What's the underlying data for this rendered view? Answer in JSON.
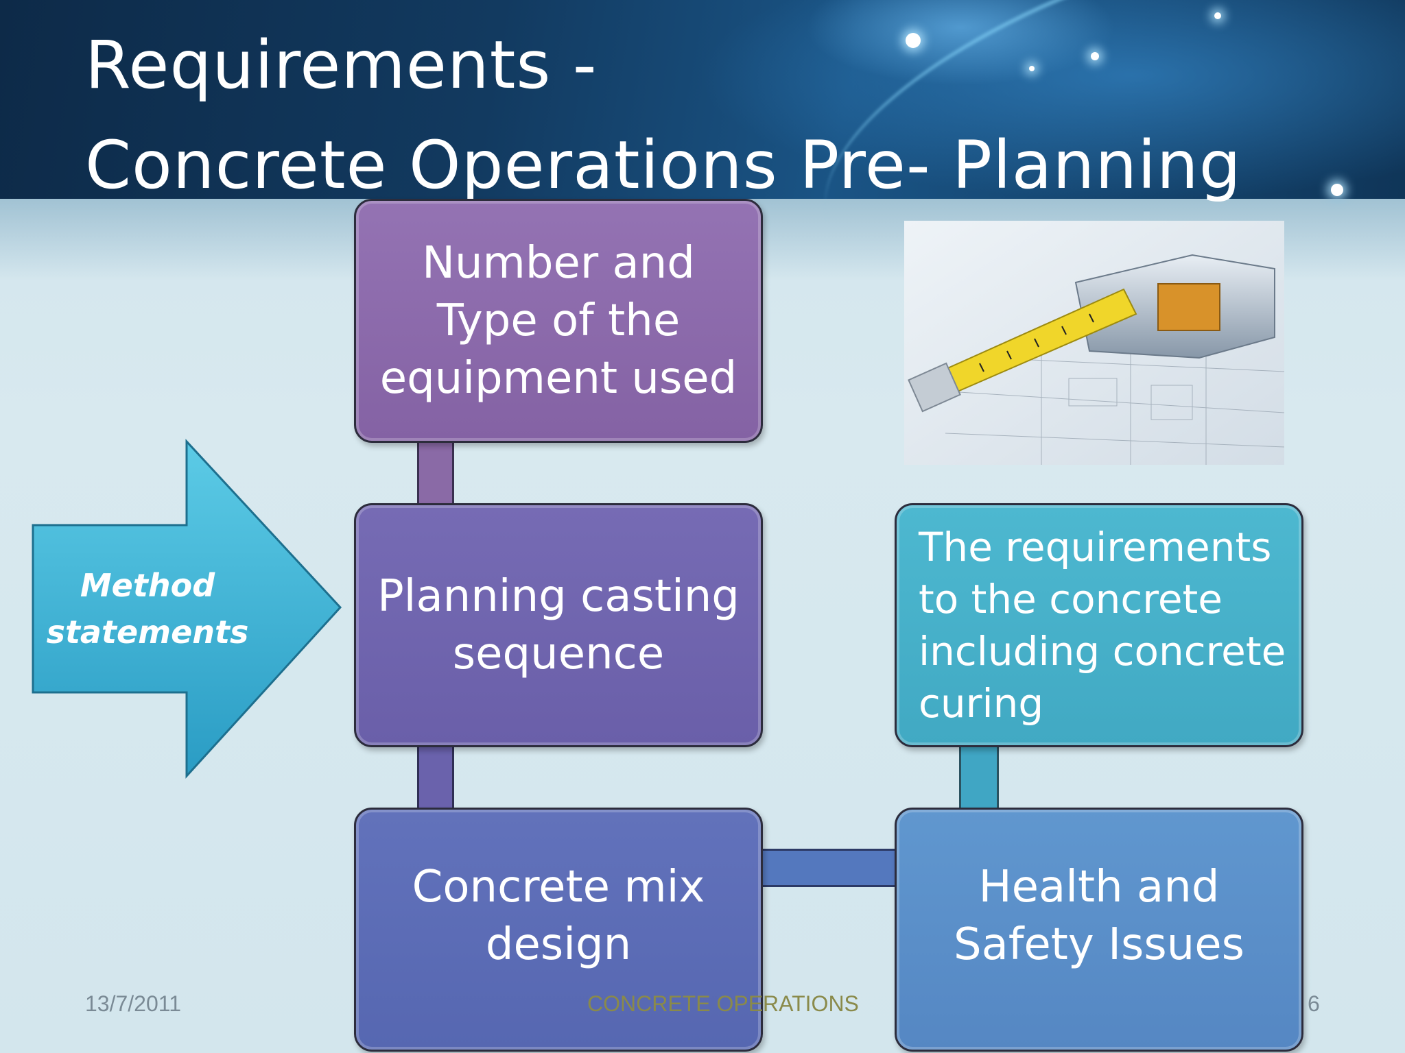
{
  "title": {
    "line1": "Requirements -",
    "line2": "Concrete Operations Pre- Planning"
  },
  "arrow": {
    "label": "Method\nstatements",
    "color": "#3bb4d6"
  },
  "boxes": {
    "equipment": "Number and\nType of the\nequipment used",
    "casting": "Planning casting\nsequence",
    "mix": "Concrete mix\ndesign",
    "requirements": "The requirements\nto the concrete\nincluding concrete\ncuring",
    "safety": "Health and\nSafety Issues"
  },
  "colors": {
    "equipment": "#8b6aa8",
    "casting": "#6f63ad",
    "mix": "#5b6db5",
    "requirements": "#46b0c9",
    "safety": "#5a8ec8"
  },
  "image": {
    "icon": "tape-measure-on-blueprint-image"
  },
  "footer": {
    "date": "13/7/2011",
    "center": "CONCRETE OPERATIONS",
    "page": "6"
  }
}
